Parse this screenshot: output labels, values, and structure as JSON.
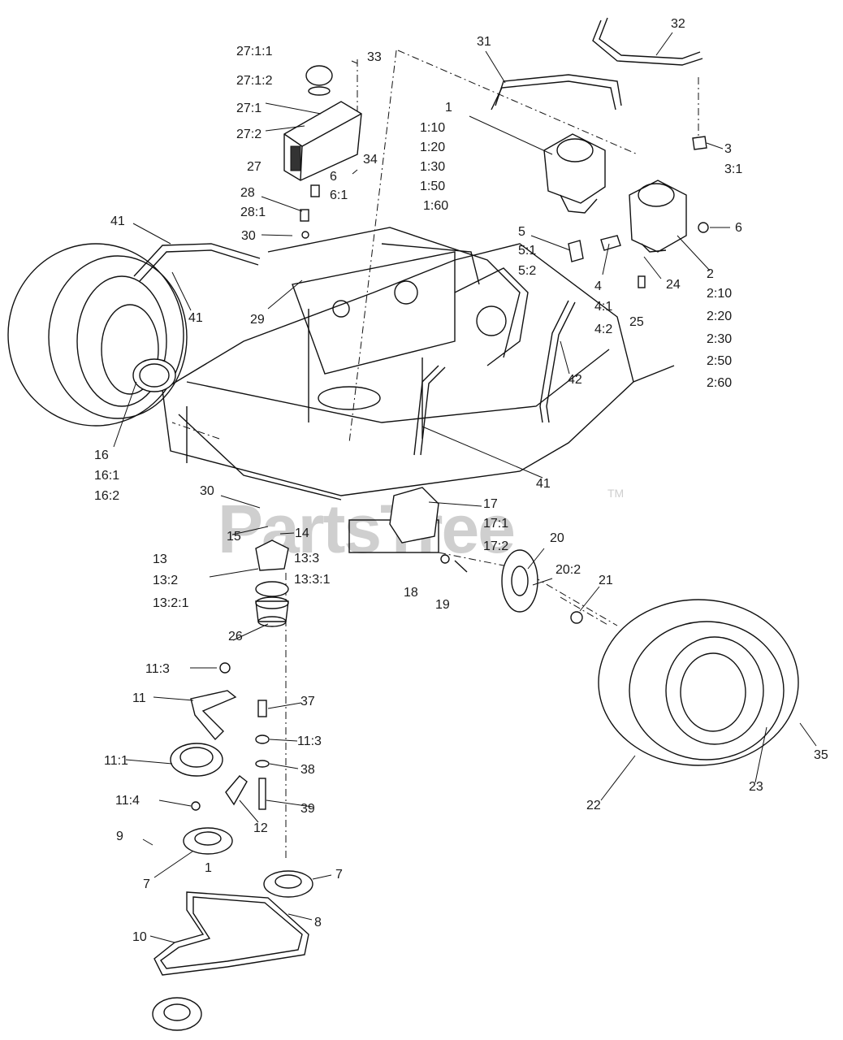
{
  "watermark": {
    "brand": "PartsTree",
    "trademark": "TM"
  },
  "callouts": [
    {
      "id": "c-27-1-1",
      "text": "27:1:1"
    },
    {
      "id": "c-27-1-2",
      "text": "27:1:2"
    },
    {
      "id": "c-27-1",
      "text": "27:1"
    },
    {
      "id": "c-27-2",
      "text": "27:2"
    },
    {
      "id": "c-27",
      "text": "27"
    },
    {
      "id": "c-33",
      "text": "33"
    },
    {
      "id": "c-34",
      "text": "34"
    },
    {
      "id": "c-6a",
      "text": "6"
    },
    {
      "id": "c-6-1",
      "text": "6:1"
    },
    {
      "id": "c-28",
      "text": "28"
    },
    {
      "id": "c-28-1",
      "text": "28:1"
    },
    {
      "id": "c-30a",
      "text": "30"
    },
    {
      "id": "c-29",
      "text": "29"
    },
    {
      "id": "c-41a",
      "text": "41"
    },
    {
      "id": "c-41b",
      "text": "41"
    },
    {
      "id": "c-41c",
      "text": "41"
    },
    {
      "id": "c-31",
      "text": "31"
    },
    {
      "id": "c-32",
      "text": "32"
    },
    {
      "id": "c-1",
      "text": "1"
    },
    {
      "id": "c-1-10",
      "text": "1:10"
    },
    {
      "id": "c-1-20",
      "text": "1:20"
    },
    {
      "id": "c-1-30",
      "text": "1:30"
    },
    {
      "id": "c-1-50",
      "text": "1:50"
    },
    {
      "id": "c-1-60",
      "text": "1:60"
    },
    {
      "id": "c-3",
      "text": "3"
    },
    {
      "id": "c-3-1",
      "text": "3:1"
    },
    {
      "id": "c-6b",
      "text": "6"
    },
    {
      "id": "c-5",
      "text": "5"
    },
    {
      "id": "c-5-1",
      "text": "5:1"
    },
    {
      "id": "c-5-2",
      "text": "5:2"
    },
    {
      "id": "c-4",
      "text": "4"
    },
    {
      "id": "c-4-1",
      "text": "4:1"
    },
    {
      "id": "c-4-2",
      "text": "4:2"
    },
    {
      "id": "c-2",
      "text": "2"
    },
    {
      "id": "c-2-10",
      "text": "2:10"
    },
    {
      "id": "c-2-20",
      "text": "2:20"
    },
    {
      "id": "c-2-30",
      "text": "2:30"
    },
    {
      "id": "c-2-50",
      "text": "2:50"
    },
    {
      "id": "c-2-60",
      "text": "2:60"
    },
    {
      "id": "c-24",
      "text": "24"
    },
    {
      "id": "c-25",
      "text": "25"
    },
    {
      "id": "c-42",
      "text": "42"
    },
    {
      "id": "c-16",
      "text": "16"
    },
    {
      "id": "c-16-1",
      "text": "16:1"
    },
    {
      "id": "c-16-2",
      "text": "16:2"
    },
    {
      "id": "c-30b",
      "text": "30"
    },
    {
      "id": "c-15",
      "text": "15"
    },
    {
      "id": "c-14",
      "text": "14"
    },
    {
      "id": "c-13-3",
      "text": "13:3"
    },
    {
      "id": "c-13-3-1",
      "text": "13:3:1"
    },
    {
      "id": "c-13",
      "text": "13"
    },
    {
      "id": "c-13-2",
      "text": "13:2"
    },
    {
      "id": "c-13-2-1",
      "text": "13:2:1"
    },
    {
      "id": "c-17",
      "text": "17"
    },
    {
      "id": "c-17-1",
      "text": "17:1"
    },
    {
      "id": "c-17-2",
      "text": "17:2"
    },
    {
      "id": "c-20",
      "text": "20"
    },
    {
      "id": "c-20-2",
      "text": "20:2"
    },
    {
      "id": "c-21",
      "text": "21"
    },
    {
      "id": "c-18",
      "text": "18"
    },
    {
      "id": "c-19",
      "text": "19"
    },
    {
      "id": "c-26",
      "text": "26"
    },
    {
      "id": "c-11-3a",
      "text": "11:3"
    },
    {
      "id": "c-11",
      "text": "11"
    },
    {
      "id": "c-37",
      "text": "37"
    },
    {
      "id": "c-11-3b",
      "text": "11:3"
    },
    {
      "id": "c-11-1",
      "text": "11:1"
    },
    {
      "id": "c-38",
      "text": "38"
    },
    {
      "id": "c-11-4",
      "text": "11:4"
    },
    {
      "id": "c-39",
      "text": "39"
    },
    {
      "id": "c-12",
      "text": "12"
    },
    {
      "id": "c-9",
      "text": "9"
    },
    {
      "id": "c-7a",
      "text": "7"
    },
    {
      "id": "c-1b",
      "text": "1"
    },
    {
      "id": "c-7b",
      "text": "7"
    },
    {
      "id": "c-8",
      "text": "8"
    },
    {
      "id": "c-10",
      "text": "10"
    },
    {
      "id": "c-22",
      "text": "22"
    },
    {
      "id": "c-23",
      "text": "23"
    },
    {
      "id": "c-35",
      "text": "35"
    }
  ]
}
